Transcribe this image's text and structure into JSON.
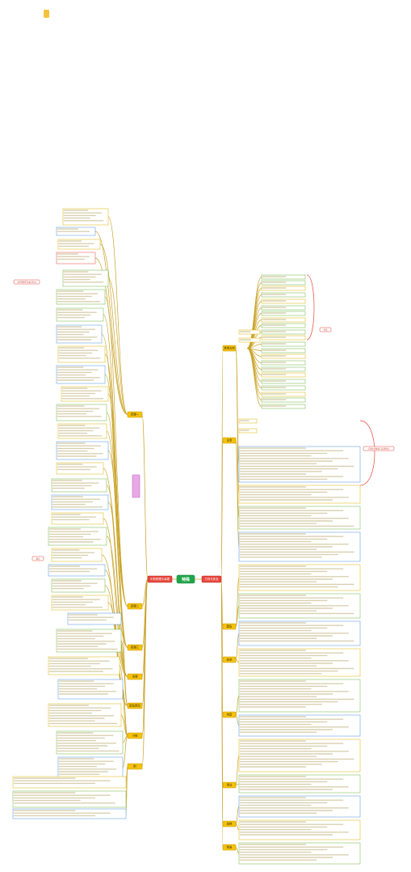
{
  "root": {
    "label": "特殊"
  },
  "branches": {
    "left": {
      "label": "中药药理与毒理",
      "color": "#e8453c"
    },
    "right": {
      "label": "方剂与安全",
      "color": "#e8453c"
    }
  },
  "left_nodes": [
    {
      "label": "药理一"
    },
    {
      "label": "药理二"
    },
    {
      "label": "药理三"
    },
    {
      "label": "毒理"
    },
    {
      "label": "配伍禁忌"
    },
    {
      "label": "小结"
    },
    {
      "label": "附"
    }
  ],
  "right_nodes": [
    {
      "label": "常用方剂"
    },
    {
      "label": "注意"
    },
    {
      "label": "配伍"
    },
    {
      "label": "安全"
    },
    {
      "label": "剂型"
    },
    {
      "label": "用法"
    },
    {
      "label": "其他"
    },
    {
      "label": "附录"
    }
  ],
  "callouts": [
    {
      "label": "中药药理学分类与特点"
    },
    {
      "label": "方剂中药配伍与应用特点"
    },
    {
      "label": "禁忌"
    },
    {
      "label": "要点"
    }
  ],
  "colors": {
    "root": "#1fa64a",
    "level1": "#f4c20d",
    "branch": "#e8453c",
    "connector_left": "#c9a227",
    "connector_right": "#c9a227",
    "text_line": "#d9d0b0"
  }
}
